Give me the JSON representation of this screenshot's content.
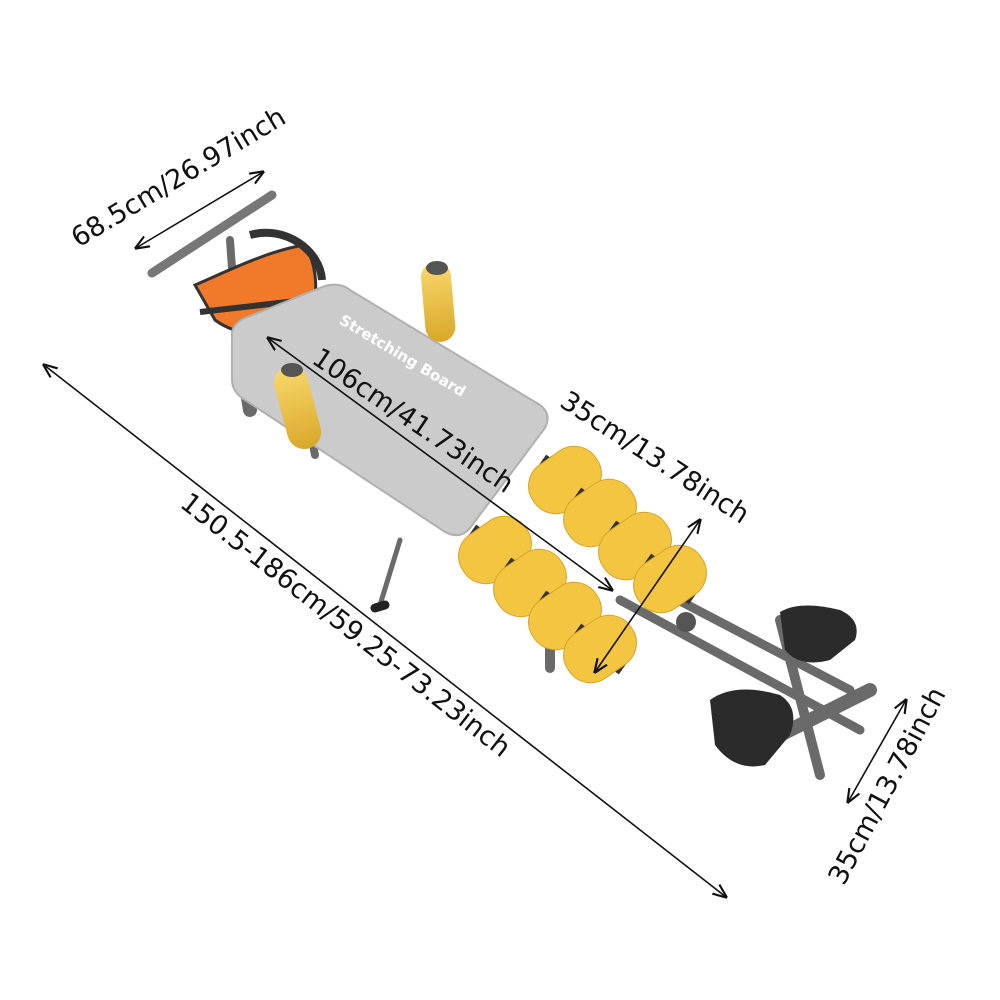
{
  "product": {
    "board_label": "Stretching Board",
    "colors": {
      "board": "#c9c9c9",
      "rollers": "#f3c540",
      "harness": "#f07a2a",
      "frame": "#6f6f6f",
      "foot_pads": "#2a2a2a"
    }
  },
  "dimensions": {
    "top_bar_width": "68.5cm/26.97inch",
    "board_length": "106cm/41.73inch",
    "roller_width": "35cm/13.78inch",
    "total_length": "150.5-186cm/59.25-73.23inch",
    "base_width": "35cm/13.78inch"
  }
}
